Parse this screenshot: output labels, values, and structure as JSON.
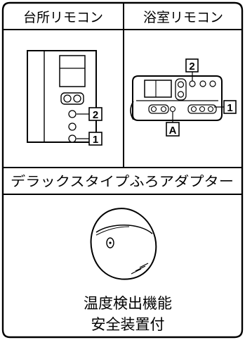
{
  "headers": {
    "kitchen_remote": "台所リモコン",
    "bathroom_remote": "浴室リモコン",
    "adapter": "デラックスタイプふろアダプター"
  },
  "callouts": {
    "kitchen_top": "2",
    "kitchen_bottom": "1",
    "bath_top": "2",
    "bath_right": "1",
    "bath_bottom": "A"
  },
  "features": {
    "line1": "温度検出機能",
    "line2": "安全装置付"
  }
}
